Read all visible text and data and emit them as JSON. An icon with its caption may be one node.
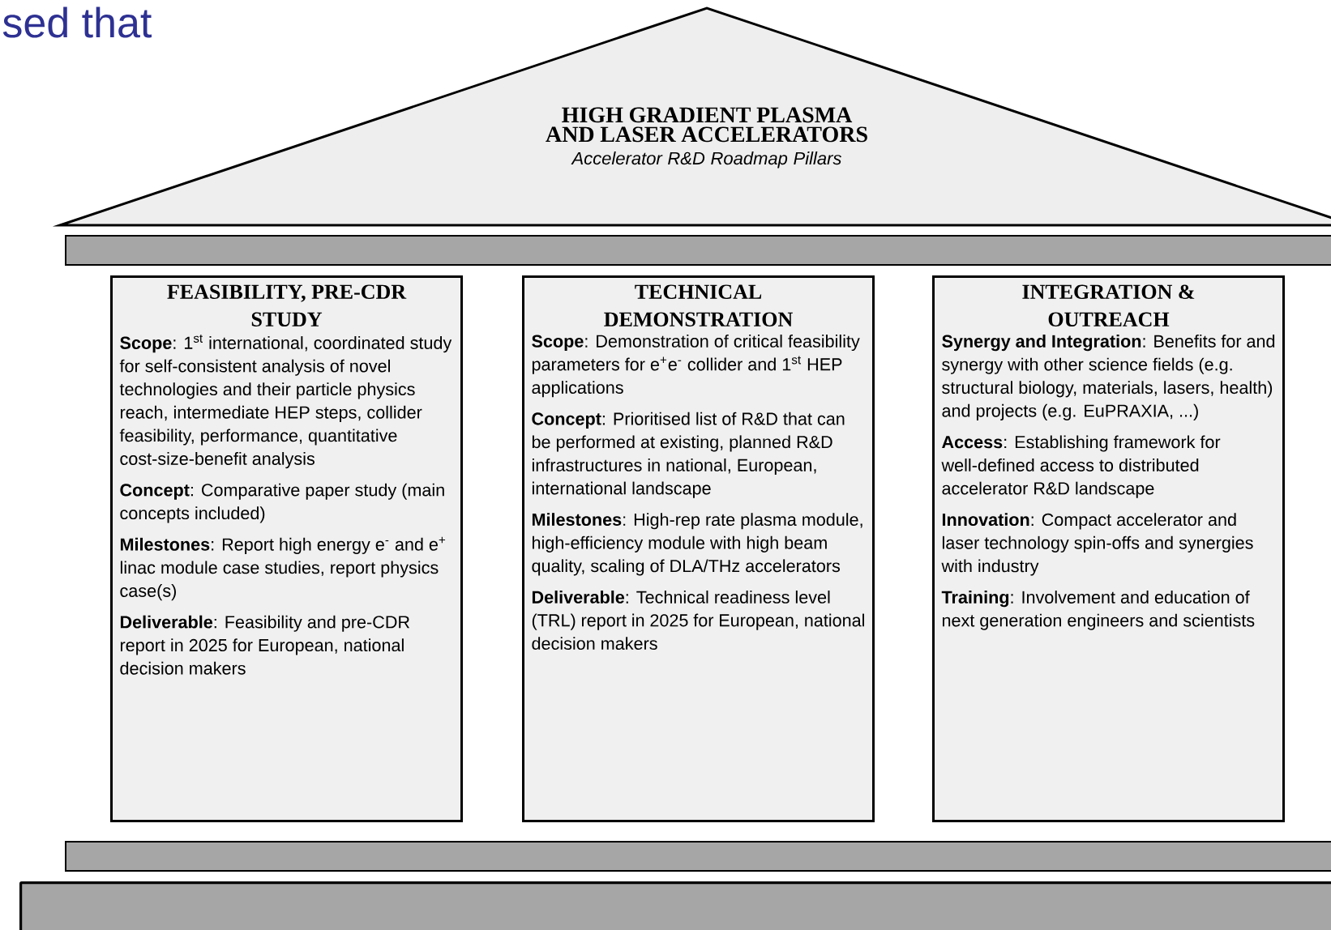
{
  "diagram": {
    "nodes": [
      {
        "text": [
          "HIGH GRADIENT PLASMA AND LASER ACCELERATORS",
          "Accelerator R&D Roadmap Pillars"
        ]
      },
      {
        "text": [],
        "shape": "bar"
      },
      {
        "text": [
          "FEASIBILITY, PRE-CDR STUDY",
          "**Scope**: 1$^{st}$ international, coordinated study for self-consistent analysis of novel technologies and their particle physics reach, intermediate HEP steps, collider feasibility, performance, quantitative cost-size-benefit analysis",
          "**Concept**: Comparative paper study (main concepts included)",
          "**Milestones**: Report high energy e$^{-}$ and e$^{+}$ linac module case studies, report physics case(s)",
          "**Deliverable**: Feasibility and pre-CDR report in 2025 for European, national decision makers"
        ]
      },
      {
        "text": [
          "TECHNICAL DEMONSTRATION",
          "**Scope**: Demonstration of critical feasibility parameters for e$^{+}$e$^{-}$ collider and 1$^{st}$ HEP applications",
          "**Concept**: Prioritised list of R&D that can be performed at existing, planned R&D infrastructures in national, European, international landscape",
          "**Milestones**: High-rep rate plasma module, high-efficiency module with high beam quality, scaling of DLA/THz accelerators",
          "**Deliverable**: Technical readiness level (TRL) report in 2025 for European, national decision makers"
        ]
      },
      {
        "text": [
          "INTEGRATION & OUTREACH",
          "**Synergy and Integration**: Benefits for and synergy with other science fields (e.g. structural biology, materials, lasers, health) and projects (e.g. EuPRAXIA, ...)",
          "**Access**: Establishing framework for well-defined access to distributed accelerator R&D landscape",
          "**Innovation**: Compact accelerator and laser technology spin-offs and synergies with industry",
          "**Training**: Involvement and education of next generation engineers and scientists"
        ]
      },
      {
        "text": [],
        "shape": "bar"
      },
      {
        "text": [],
        "shape": "box"
      }
    ],
    "labels": [
      "sed that"
    ]
  }
}
